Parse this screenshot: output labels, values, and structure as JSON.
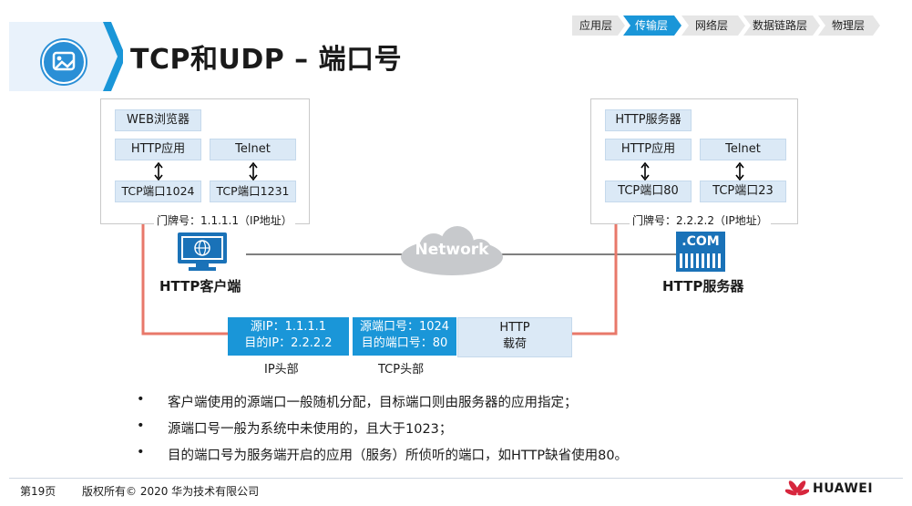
{
  "slide": {
    "title": "TCP和UDP – 端口号",
    "layers": [
      "应用层",
      "传输层",
      "网络层",
      "数据链路层",
      "物理层"
    ],
    "active_layer": "传输层",
    "colors": {
      "accent": "#1a96d8",
      "active_crumb": "#1a96d8",
      "path_line": "#e8786a",
      "chip": "#dbe9f6"
    }
  },
  "client": {
    "browser": "WEB浏览器",
    "app1": "HTTP应用",
    "app2": "Telnet",
    "port1": "TCP端口1024",
    "port2": "TCP端口1231",
    "address": "门牌号：1.1.1.1（IP地址）",
    "label": "HTTP客户端",
    "icon": "monitor-icon"
  },
  "server": {
    "service": "HTTP服务器",
    "app1": "HTTP应用",
    "app2": "Telnet",
    "port1": "TCP端口80",
    "port2": "TCP端口23",
    "address": "门牌号：2.2.2.2（IP地址）",
    "label": "HTTP服务器",
    "badge": ".COM",
    "icon": "server-icon"
  },
  "network": {
    "label": "Network",
    "icon": "cloud-icon"
  },
  "packet": {
    "ip_src": "源IP：1.1.1.1",
    "ip_dst": "目的IP：2.2.2.2",
    "tcp_src": "源端口号：1024",
    "tcp_dst": "目的端口号：80",
    "payload_line1": "HTTP",
    "payload_line2": "载荷",
    "ip_label": "IP头部",
    "tcp_label": "TCP头部"
  },
  "bullets": [
    "客户端使用的源端口一般随机分配，目标端口则由服务器的应用指定；",
    "源端口号一般为系统中未使用的，且大于1023；",
    "目的端口号为服务端开启的应用（服务）所侦听的端口，如HTTP缺省使用80。"
  ],
  "bullet_marker": "•",
  "footer": {
    "page": "第19页",
    "copyright": "版权所有© 2020 华为技术有限公司",
    "brand": "HUAWEI"
  }
}
